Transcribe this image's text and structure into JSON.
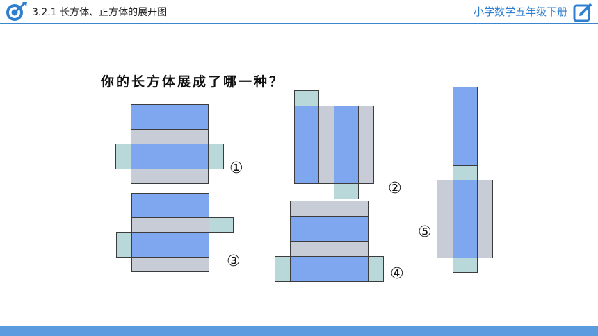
{
  "header": {
    "lesson_title": "3.2.1 长方体、正方体的展开图",
    "book_title": "小学数学五年级下册"
  },
  "question": "你的长方体展成了哪一种？",
  "nets": [
    {
      "label": "①"
    },
    {
      "label": "②"
    },
    {
      "label": "③"
    },
    {
      "label": "④"
    },
    {
      "label": "⑤"
    }
  ],
  "colors": {
    "accent": "#3a86cf",
    "face_blue": "#7fa7ef",
    "face_gray": "#c8ccd6",
    "face_teal": "#b9d8da"
  },
  "icons": {
    "logo": "target-logo-icon",
    "edit": "edit-note-icon"
  }
}
